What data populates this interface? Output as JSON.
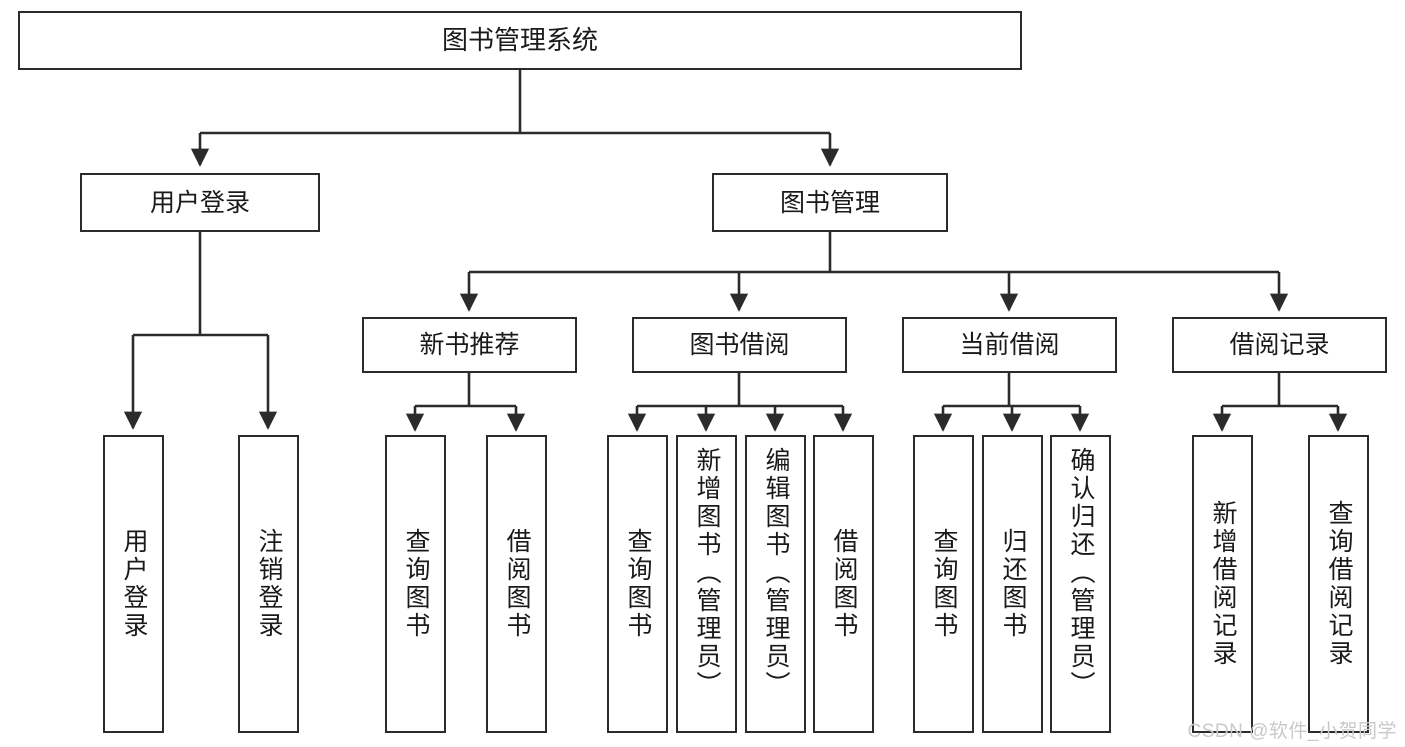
{
  "diagram": {
    "title": "图书管理系统",
    "type": "hierarchy-tree",
    "line_color": "#2b2b2b",
    "box_fill": "#ffffff",
    "text_color": "#1a1a1a",
    "watermark": "CSDN @软件_小贺同学"
  },
  "nodes": {
    "root": {
      "label": "图书管理系统"
    },
    "level2": [
      {
        "label": "用户登录"
      },
      {
        "label": "图书管理"
      }
    ],
    "level3": [
      {
        "label": "新书推荐"
      },
      {
        "label": "图书借阅"
      },
      {
        "label": "当前借阅"
      },
      {
        "label": "借阅记录"
      }
    ],
    "leaves": {
      "user_login": [
        {
          "label": "用户登录"
        },
        {
          "label": "注销登录"
        }
      ],
      "new_book": [
        {
          "label": "查询图书"
        },
        {
          "label": "借阅图书"
        }
      ],
      "book_borrow": [
        {
          "label": "查询图书"
        },
        {
          "label": "新增图书（管理员）"
        },
        {
          "label": "编辑图书（管理员）"
        },
        {
          "label": "借阅图书"
        }
      ],
      "current_borrow": [
        {
          "label": "查询图书"
        },
        {
          "label": "归还图书"
        },
        {
          "label": "确认归还（管理员）"
        }
      ],
      "borrow_record": [
        {
          "label": "新增借阅记录"
        },
        {
          "label": "查询借阅记录"
        }
      ]
    }
  }
}
